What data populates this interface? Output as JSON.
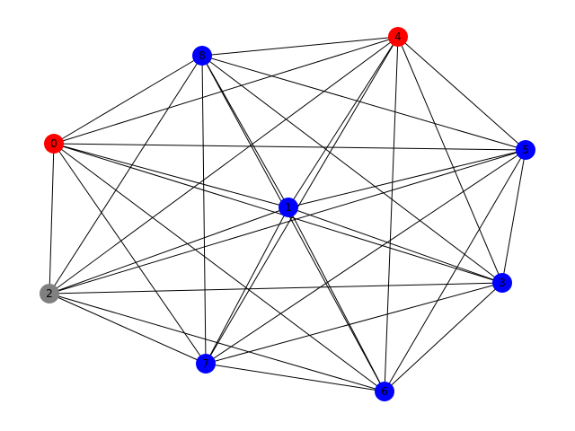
{
  "graph": {
    "nodes": [
      {
        "id": "0",
        "label": "0",
        "color": "#ff0000"
      },
      {
        "id": "1",
        "label": "1",
        "color": "#0000ff"
      },
      {
        "id": "2",
        "label": "2",
        "color": "#808080"
      },
      {
        "id": "3",
        "label": "3",
        "color": "#0000ff"
      },
      {
        "id": "4",
        "label": "4",
        "color": "#ff0000"
      },
      {
        "id": "5",
        "label": "5",
        "color": "#0000ff"
      },
      {
        "id": "6",
        "label": "6",
        "color": "#0000ff"
      },
      {
        "id": "7",
        "label": "7",
        "color": "#0000ff"
      },
      {
        "id": "8",
        "label": "8",
        "color": "#0000ff"
      }
    ],
    "edges": [
      [
        "0",
        "8"
      ],
      [
        "0",
        "4"
      ],
      [
        "0",
        "5"
      ],
      [
        "0",
        "1"
      ],
      [
        "0",
        "3"
      ],
      [
        "0",
        "2"
      ],
      [
        "0",
        "7"
      ],
      [
        "0",
        "6"
      ],
      [
        "8",
        "4"
      ],
      [
        "8",
        "5"
      ],
      [
        "8",
        "1"
      ],
      [
        "8",
        "3"
      ],
      [
        "8",
        "2"
      ],
      [
        "8",
        "7"
      ],
      [
        "8",
        "6"
      ],
      [
        "4",
        "2"
      ],
      [
        "4",
        "1"
      ],
      [
        "4",
        "7"
      ],
      [
        "4",
        "6"
      ],
      [
        "4",
        "3"
      ],
      [
        "4",
        "5"
      ],
      [
        "5",
        "1"
      ],
      [
        "5",
        "2"
      ],
      [
        "5",
        "7"
      ],
      [
        "5",
        "6"
      ],
      [
        "5",
        "3"
      ],
      [
        "1",
        "2"
      ],
      [
        "1",
        "3"
      ],
      [
        "1",
        "7"
      ],
      [
        "1",
        "6"
      ],
      [
        "2",
        "3"
      ],
      [
        "2",
        "7"
      ],
      [
        "2",
        "6"
      ],
      [
        "3",
        "7"
      ],
      [
        "3",
        "6"
      ],
      [
        "7",
        "6"
      ]
    ]
  }
}
